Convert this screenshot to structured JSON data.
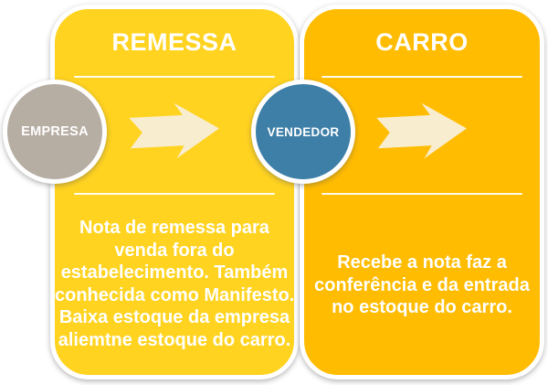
{
  "figure": {
    "background_color": "#FFFFFF",
    "text_color": "#FFFFFF",
    "arrow_color": "#F8EDCF"
  },
  "panels": [
    {
      "title": "REMESSA",
      "color": "#FFD320",
      "description": "Nota de remessa para\nvenda fora do\nestabelecimento. Também\nconhecida como Manifesto.\nBaixa estoque da empresa\naliemtne estoque do carro."
    },
    {
      "title": "CARRO",
      "color": "#FFBC00",
      "description": "Recebe a nota faz a\nconferência e da entrada\nno estoque do carro."
    }
  ],
  "nodes": [
    {
      "label": "EMPRESA",
      "color": "#B6ADA3"
    },
    {
      "label": "VENDEDOR",
      "color": "#3E7FA7"
    }
  ]
}
